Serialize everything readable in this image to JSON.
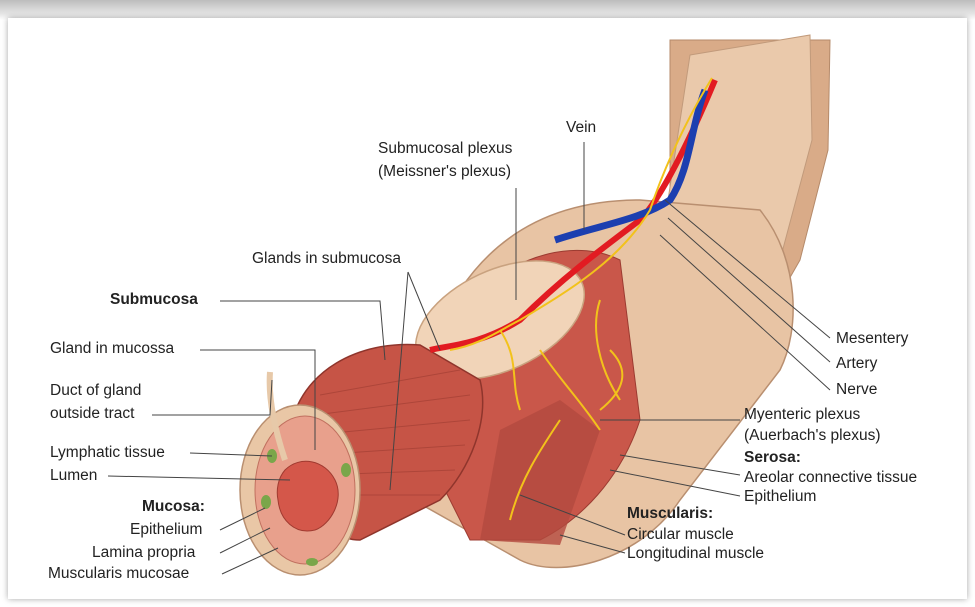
{
  "labels": {
    "vein": "Vein",
    "submucosal_plexus_1": "Submucosal plexus",
    "submucosal_plexus_2": "(Meissner's plexus)",
    "glands_submucosa": "Glands in submucosa",
    "submucosa": "Submucosa",
    "gland_mucosa": "Gland in mucossa",
    "duct_1": "Duct of gland",
    "duct_2": "outside tract",
    "lymphatic": "Lymphatic tissue",
    "lumen": "Lumen",
    "mucosa": "Mucosa:",
    "epithelium": "Epithelium",
    "lamina_propria": "Lamina propria",
    "muscularis_mucosae": "Muscularis mucosae",
    "mesentery": "Mesentery",
    "artery": "Artery",
    "nerve": "Nerve",
    "myenteric_1": "Myenteric plexus",
    "myenteric_2": "(Auerbach's plexus)",
    "serosa": "Serosa:",
    "areolar": "Areolar connective tissue",
    "serosa_epithelium": "Epithelium",
    "muscularis": "Muscularis:",
    "circular": "Circular muscle",
    "longitudinal": "Longitudinal muscle"
  },
  "colors": {
    "serosa": "#e8c4a4",
    "muscle": "#c9574a",
    "mucosa": "#e88c7c",
    "artery": "#e21b22",
    "vein": "#1c3fb0",
    "nerve": "#f2c21b",
    "lymphatic": "#7aa64a"
  }
}
